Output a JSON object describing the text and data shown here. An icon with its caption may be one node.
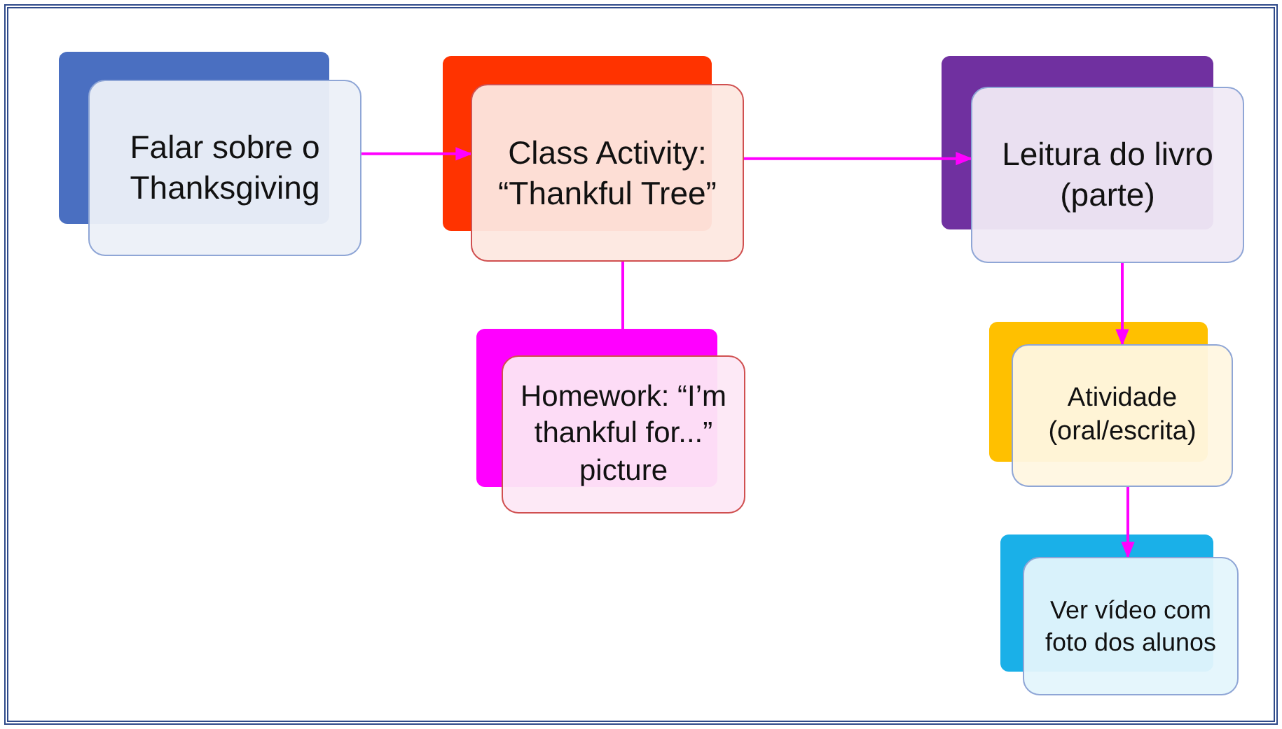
{
  "diagram": {
    "nodes": [
      {
        "text": [
          "Falar sobre o Thanksgiving"
        ]
      },
      {
        "text": [
          "Class Activity: “Thankful Tree”"
        ]
      },
      {
        "text": [
          "Homework: “I’m thankful for...” picture"
        ]
      },
      {
        "text": [
          "Leitura do livro (parte)"
        ]
      },
      {
        "text": [
          "Atividade (oral/escrita)"
        ]
      },
      {
        "text": [
          "Ver vídeo com foto dos alunos"
        ]
      }
    ],
    "edges": [
      {
        "from": 0,
        "to": 1,
        "arrow": "to"
      },
      {
        "from": 1,
        "to": 3,
        "arrow": "to"
      },
      {
        "from": 1,
        "to": 2,
        "arrow": "to"
      },
      {
        "from": 3,
        "to": 4,
        "arrow": "to"
      },
      {
        "from": 4,
        "to": 5,
        "arrow": "to"
      }
    ]
  }
}
